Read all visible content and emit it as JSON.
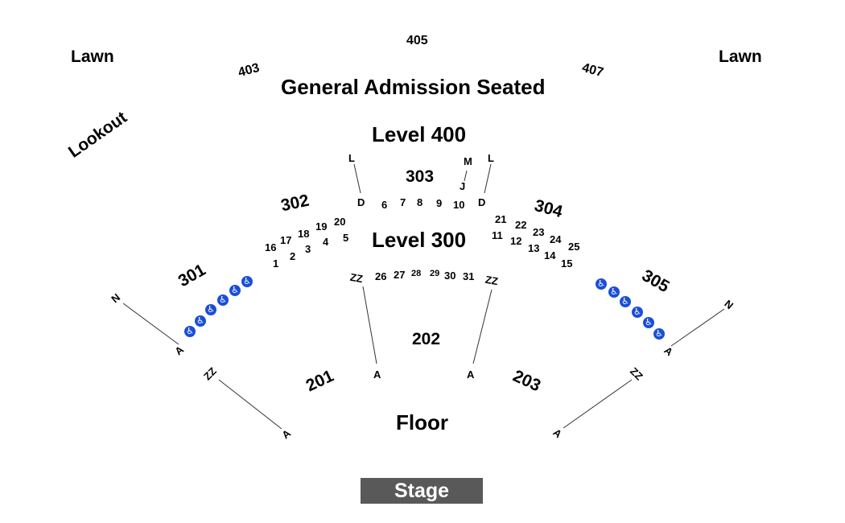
{
  "map": {
    "lawn_left": "Lawn",
    "lawn_right": "Lawn",
    "lookout": "Lookout",
    "ga_seated": "General Admission Seated",
    "level_400": "Level 400",
    "level_300": "Level 300",
    "floor": "Floor",
    "stage": "Stage"
  },
  "sections": {
    "s403": "403",
    "s405": "405",
    "s407": "407",
    "s301": "301",
    "s302": "302",
    "s303": "303",
    "s304": "304",
    "s305": "305",
    "s201": "201",
    "s202": "202",
    "s203": "203"
  },
  "rows": {
    "r1": "1",
    "r2": "2",
    "r3": "3",
    "r4": "4",
    "r5": "5",
    "r6": "6",
    "r7": "7",
    "r8": "8",
    "r9": "9",
    "r10": "10",
    "r11": "11",
    "r12": "12",
    "r13": "13",
    "r14": "14",
    "r15": "15",
    "r16": "16",
    "r17": "17",
    "r18": "18",
    "r19": "19",
    "r20": "20",
    "r21": "21",
    "r22": "22",
    "r23": "23",
    "r24": "24",
    "r25": "25",
    "r26": "26",
    "r27": "27",
    "r28": "28",
    "r29": "29",
    "r30": "30",
    "r31": "31"
  },
  "row_letters": {
    "l_left": "L",
    "l_right": "L",
    "m": "M",
    "j": "J",
    "d_left": "D",
    "d_right": "D",
    "zz_300_left": "ZZ",
    "zz_300_right": "ZZ",
    "a_202_left": "A",
    "a_202_right": "A",
    "n_301": "N",
    "a_301": "A",
    "n_305": "N",
    "a_305": "A",
    "zz_201": "ZZ",
    "a_201": "A",
    "zz_203": "ZZ",
    "a_203": "A"
  },
  "accessibility_icon": "wheelchair-icon",
  "accessible_color": "#1a4fd6",
  "stage_color": "#595959"
}
